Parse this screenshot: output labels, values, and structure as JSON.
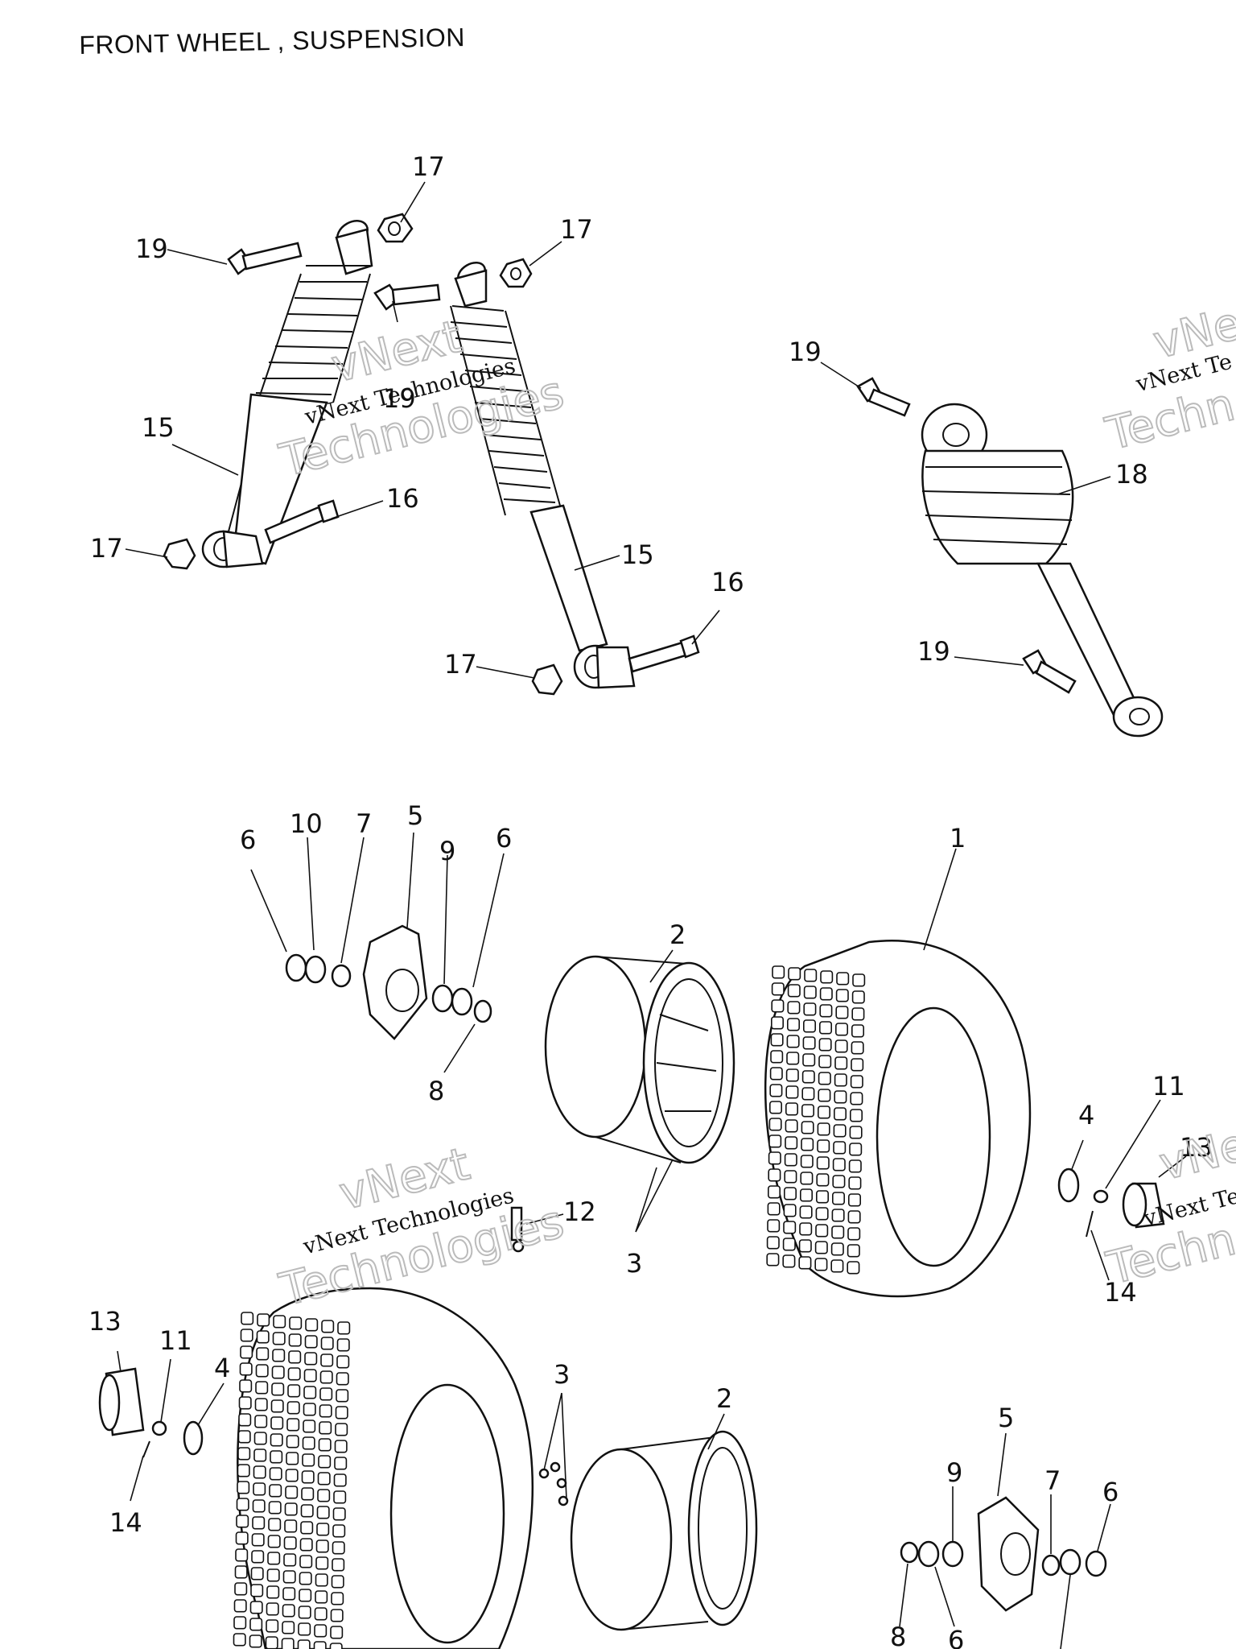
{
  "title": "FRONT WHEEL , SUSPENSION",
  "watermarks": [
    {
      "text_outline": "vNext",
      "text": "vNext Technologies",
      "text_outline2": "Technologies"
    },
    {
      "text_outline": "vNext",
      "text": "vNext Te",
      "text_outline2": "Techn"
    },
    {
      "text_outline": "vNext",
      "text": "vNext Technologies",
      "text_outline2": "Technologies"
    },
    {
      "text_outline": "vNe",
      "text": "vNext Te",
      "text_outline2": "Techn"
    }
  ],
  "callouts": {
    "c17a": "17",
    "c17b": "17",
    "c19a": "19",
    "c15a": "15",
    "c16a": "16",
    "c17c": "17",
    "c19b": "19",
    "c15b": "15",
    "c16b": "16",
    "c17d": "17",
    "c19c": "19",
    "c18": "18",
    "c19d": "19",
    "c6a": "6",
    "c10": "10",
    "c7a": "7",
    "c5a": "5",
    "c9a": "9",
    "c6b": "6",
    "c8a": "8",
    "c2a": "2",
    "c3a": "3",
    "c1": "1",
    "c4a": "4",
    "c11a": "11",
    "c13a": "13",
    "c14a": "14",
    "c12": "12",
    "c13b": "13",
    "c11b": "11",
    "c4b": "4",
    "c14b": "14",
    "c3b": "3",
    "c2b": "2",
    "c5b": "5",
    "c9b": "9",
    "c7b": "7",
    "c6c": "6",
    "c8b": "8",
    "c6d": "6"
  }
}
